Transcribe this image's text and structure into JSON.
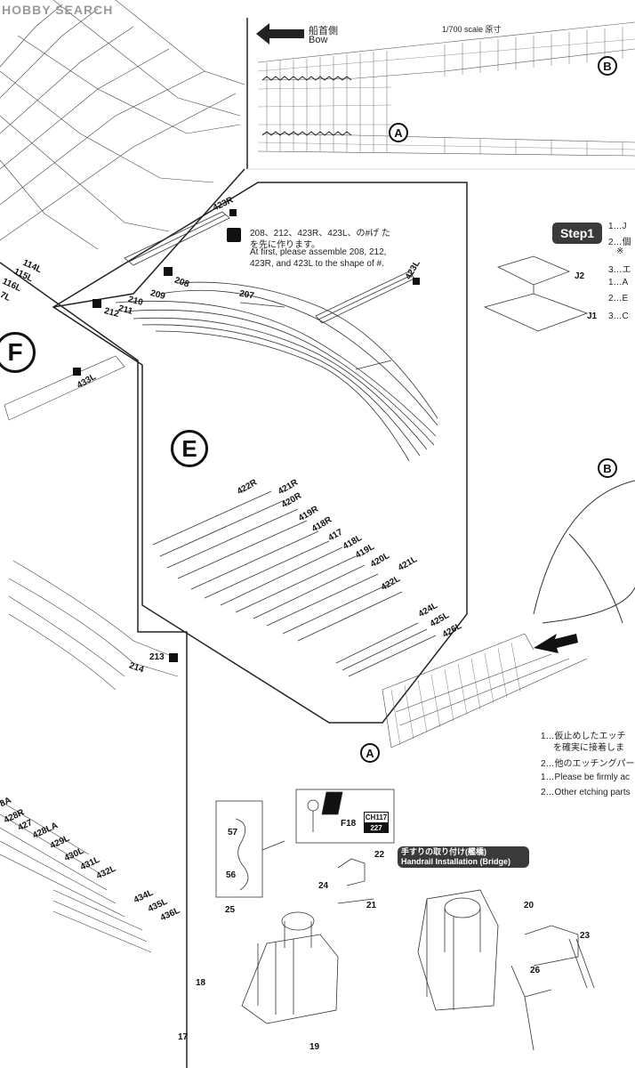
{
  "watermark": "HOBBY SEARCH",
  "header": {
    "bow_label_jp": "船首側",
    "bow_label_en": "Bow",
    "scale_note": "1/700 scale 原寸"
  },
  "callouts": {
    "A_top": "A",
    "B_top": "B",
    "F": "F",
    "E": "E",
    "B_right": "B",
    "A_bottom": "A"
  },
  "step": {
    "label": "Step1"
  },
  "step_notes": [
    "1…J",
    "2…個",
    "※",
    "3…エ",
    "1…A",
    "2…E",
    "3…C"
  ],
  "parts_right": {
    "j2": "J2",
    "j1": "J1"
  },
  "assembly_note": {
    "jp_line1": "208、212、423R、423L、の#げ た",
    "jp_line2": "を先に作ります。",
    "en_line1": "At first, please assemble 208, 212,",
    "en_line2": "423R, and 423L to the shape of #."
  },
  "parts_e": {
    "p423R": "423R",
    "p423L": "423L",
    "p208": "208",
    "p207": "207",
    "p209": "209",
    "p210": "210",
    "p211": "211",
    "p212": "212",
    "p422R": "422R",
    "p421R": "421R",
    "p420R": "420R",
    "p419R": "419R",
    "p418R": "418R",
    "p417": "417",
    "p418L": "418L",
    "p419L": "419L",
    "p420L": "420L",
    "p421L": "421L",
    "p422L": "422L",
    "p424L": "424L",
    "p425L": "425L",
    "p426L": "426L"
  },
  "parts_left": {
    "p114L": "114L",
    "p115L": "115L",
    "p116L": "116L",
    "p7L": "7L",
    "p433L": "433L",
    "p213": "213",
    "p214": "214",
    "p8A": "8A",
    "p428R": "428R",
    "p427": "427",
    "p428LA": "428LA",
    "p429L": "429L",
    "p430L": "430L",
    "p431L": "431L",
    "p432L": "432L",
    "p434L": "434L",
    "p435L": "435L",
    "p436L": "436L"
  },
  "bottom_notes": {
    "jp1": "1…仮止めしたエッチ",
    "jp1b": "を確実に接着しま",
    "jp2": "2…他のエッチングパー",
    "en1": "1…Please be firmly ac",
    "en2": "2…Other etching parts"
  },
  "bridge": {
    "p57": "57",
    "p56": "56",
    "p25": "25",
    "p24": "24",
    "p21": "21",
    "p22": "22",
    "p18": "18",
    "p17": "17",
    "p19": "19",
    "p20": "20",
    "p23": "23",
    "p26": "26",
    "f18": "F18",
    "ch_top": "CH117",
    "ch_bot": "227",
    "handrail_jp": "手すりの取り付け(艦橋)",
    "handrail_en": "Handrail Installation (Bridge)"
  }
}
